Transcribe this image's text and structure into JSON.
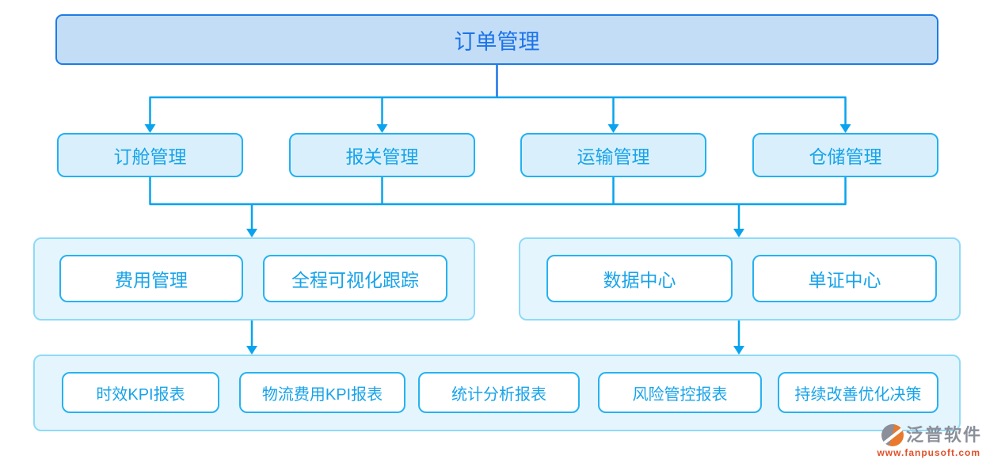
{
  "title": "订单管理",
  "root": {
    "label": "订单管理"
  },
  "level2": [
    {
      "label": "订舱管理"
    },
    {
      "label": "报关管理"
    },
    {
      "label": "运输管理"
    },
    {
      "label": "仓储管理"
    }
  ],
  "level3": {
    "left_group": [
      {
        "label": "费用管理"
      },
      {
        "label": "全程可视化跟踪"
      }
    ],
    "right_group": [
      {
        "label": "数据中心"
      },
      {
        "label": "单证中心"
      }
    ]
  },
  "reports": [
    {
      "label": "时效KPI报表"
    },
    {
      "label": "物流费用KPI报表"
    },
    {
      "label": "统计分析报表"
    },
    {
      "label": "风险管控报表"
    },
    {
      "label": "持续改善优化决策"
    }
  ],
  "watermark": {
    "brand": "泛普软件",
    "url": "www.fanpusoft.com"
  },
  "colors": {
    "root_fill": "#c3ddf6",
    "root_border": "#1e7ce5",
    "root_text": "#1a73e8",
    "node_fill": "#d9f0fc",
    "node_border": "#22b1f1",
    "node_text": "#18a3e9",
    "group_fill": "#e4f5fd",
    "group_border": "#8edaf8",
    "connector": "#09a3ee",
    "root_connector": "#1a73e8",
    "brand_gray": "#8a8f99",
    "brand_orange": "#e0502a"
  }
}
